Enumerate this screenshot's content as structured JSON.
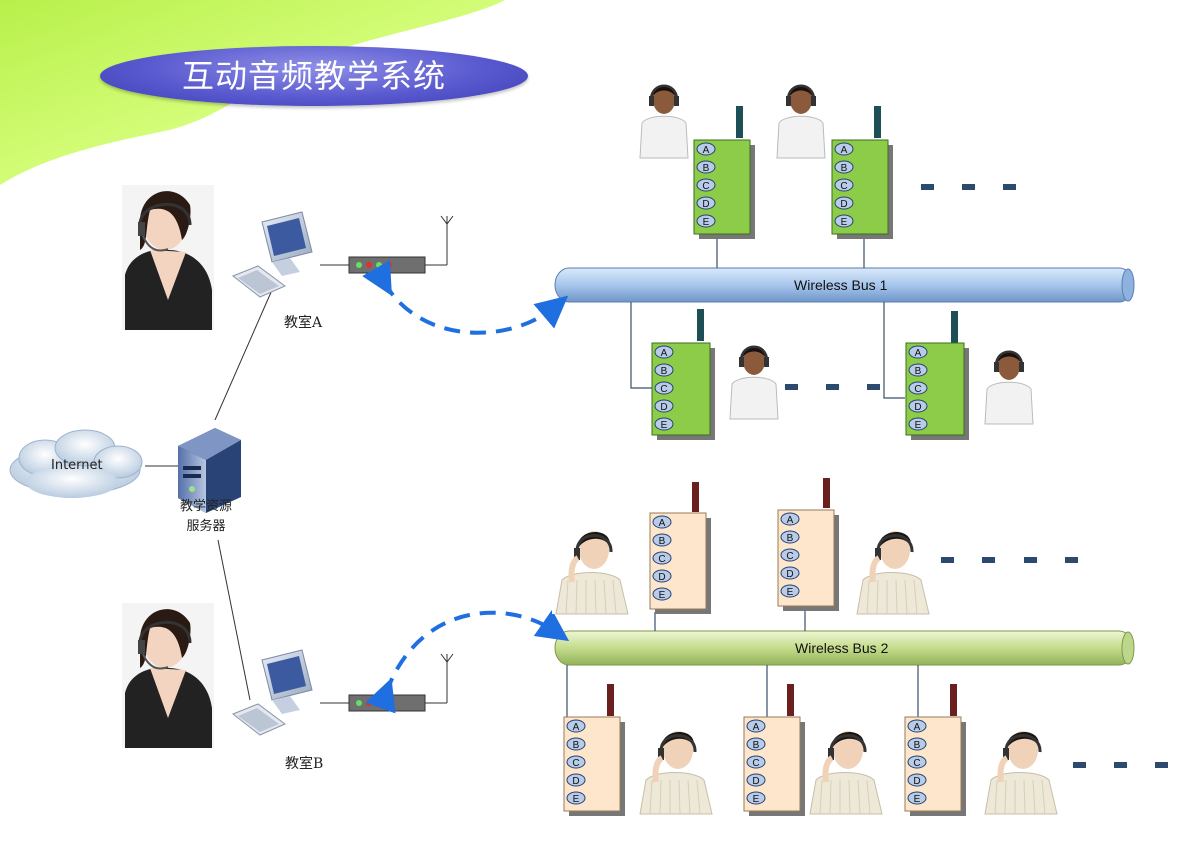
{
  "title": "互动音频教学系统",
  "network": {
    "internet_label": "Internet",
    "server_label_line1": "教学资源",
    "server_label_line2": "服务器",
    "classroom_a": "教室A",
    "classroom_b": "教室B"
  },
  "buses": [
    {
      "label": "Wireless Bus 1"
    },
    {
      "label": "Wireless Bus 2"
    }
  ],
  "answer_keys": [
    "A",
    "B",
    "C",
    "D",
    "E"
  ],
  "colors": {
    "title_pill": "#5a5ad0",
    "background_wedge": "#ccff66",
    "bus1": "#9ec0ea",
    "bus2": "#c4dc8c",
    "device_green": "#8ccc48",
    "device_peach": "#fde6cc",
    "antenna_teal": "#1d4f55",
    "antenna_maroon": "#6b2020",
    "wireless_arrow": "#1f6fe0",
    "ellipsis_dash": "#2c4a6e"
  }
}
